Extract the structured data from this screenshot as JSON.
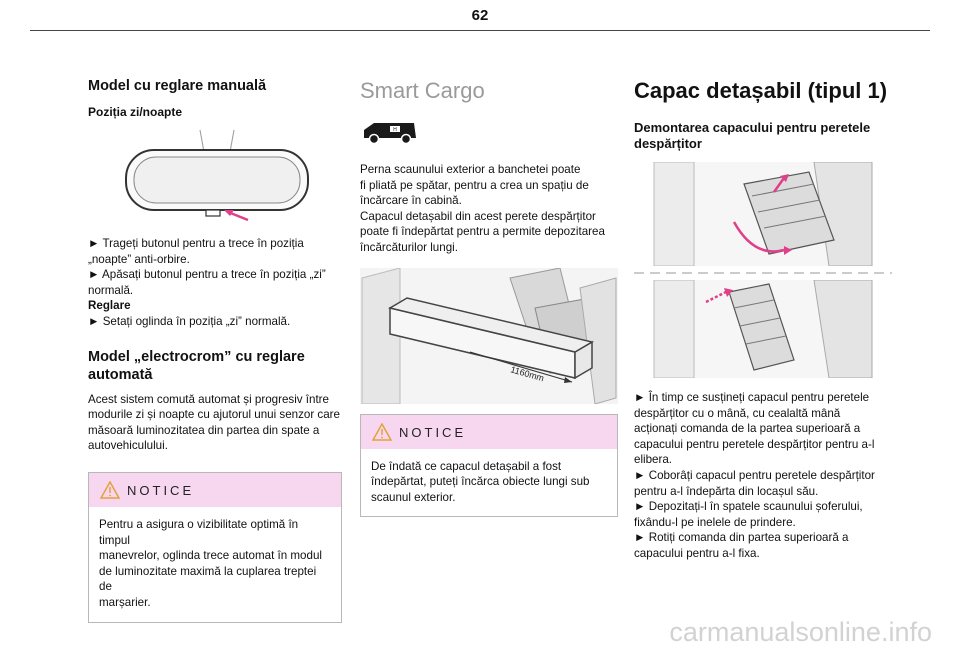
{
  "page": {
    "number": "62"
  },
  "col1": {
    "heading": "Model cu reglare manuală",
    "subheading": "Poziția zi/noapte",
    "lines": [
      "► Trageți butonul pentru a trece în poziția",
      "„noapte” anti-orbire.",
      "► Apăsați butonul pentru a trece în poziția „zi”",
      "normală."
    ],
    "adjust_label": "Reglare",
    "adjust_line": "► Setați oglinda în poziția „zi” normală.",
    "heading2_line1": "Model „electrocrom” cu reglare",
    "heading2_line2": "automată",
    "para2": [
      "Acest sistem comută automat și progresiv între",
      "modurile zi și noapte cu ajutorul unui senzor care",
      "măsoară luminozitatea din partea din spate a",
      "autovehiculului."
    ],
    "notice": {
      "title": "NOTICE",
      "lines": [
        "Pentru a asigura o vizibilitate optimă în timpul",
        "manevrelor, oglinda trece automat în modul",
        "de luminozitate maximă la cuplarea treptei de",
        "marșarier."
      ]
    }
  },
  "col2": {
    "title": "Smart Cargo",
    "lines": [
      "Perna scaunului exterior a banchetei poate",
      "fi pliată pe spătar, pentru a crea un spațiu de",
      "încărcare în cabină.",
      "Capacul detașabil din acest perete despărțitor",
      "poate fi îndepărtat pentru a permite depozitarea",
      "încărcăturilor lungi."
    ],
    "dimension_label": "1160mm",
    "notice": {
      "title": "NOTICE",
      "lines": [
        "De îndată ce capacul detașabil a fost",
        "îndepărtat, puteți încărca obiecte lungi sub",
        "scaunul exterior."
      ]
    }
  },
  "col3": {
    "title": "Capac detașabil (tipul 1)",
    "subheading_line1": "Demontarea capacului pentru peretele",
    "subheading_line2": "despărțitor",
    "lines": [
      "► În timp ce susțineți capacul pentru peretele",
      "despărțitor cu o mână, cu cealaltă mână",
      "acționați comanda de la partea superioară a",
      "capacului pentru peretele despărțitor pentru a-l",
      "elibera.",
      "► Coborâți capacul pentru peretele despărțitor",
      "pentru a-l îndepărta din locașul său.",
      "► Depozitați-l în spatele scaunului șoferului,",
      "fixându-l pe inelele de prindere.",
      "► Rotiți comanda din partea superioară a",
      "capacului pentru a-l fixa."
    ]
  },
  "watermark": "carmanualsonline.info",
  "colors": {
    "notice_bg": "#f7d7ef",
    "arrow_pink": "#e0408a",
    "title_grey": "#9a9a9a"
  }
}
